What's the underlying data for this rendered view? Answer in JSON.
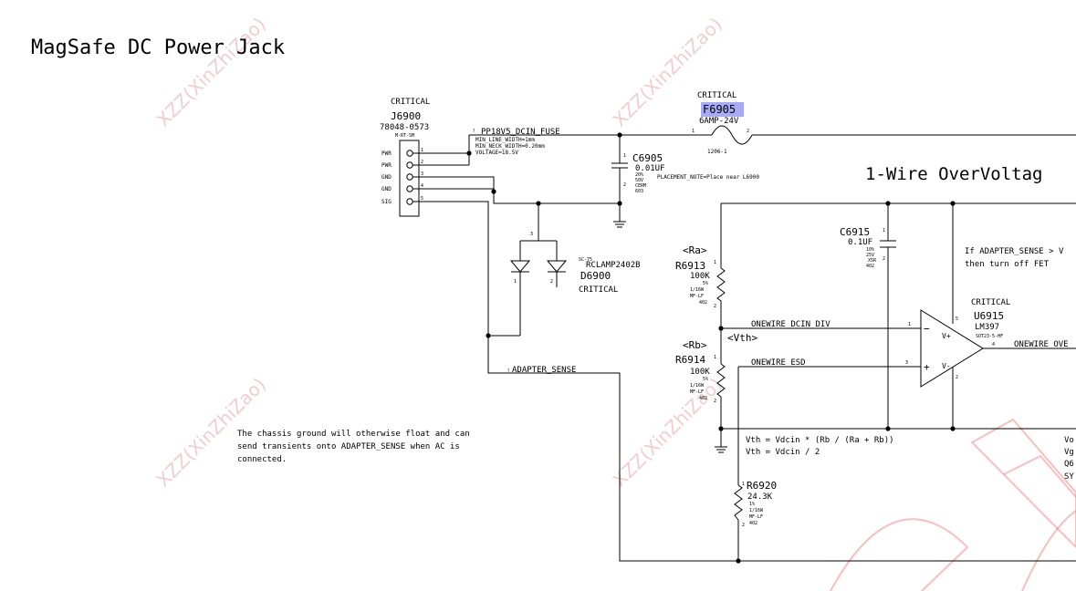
{
  "page": {
    "title": "MagSafe DC Power Jack",
    "section_title": "1-Wire OverVoltag",
    "watermark": "XZZ(XinZhiZao)"
  },
  "connector": {
    "critical": "CRITICAL",
    "ref": "J6900",
    "part": "78048-0573",
    "pkg": "M-RT-SM",
    "pins": [
      {
        "name": "PWR",
        "num": "1"
      },
      {
        "name": "PWR",
        "num": "2"
      },
      {
        "name": "GND",
        "num": "3"
      },
      {
        "name": "GND",
        "num": "4"
      },
      {
        "name": "SIG",
        "num": "5"
      }
    ]
  },
  "net_dcin": {
    "pin": "7",
    "name": "PP18V5_DCIN_FUSE",
    "min_line": "MIN_LINE_WIDTH=1mm",
    "min_neck": "MIN_NECK_WIDTH=0.20mm",
    "voltage": "VOLTAGE=18.5V"
  },
  "fuse": {
    "critical": "CRITICAL",
    "ref": "F6905",
    "rating": "6AMP-24V",
    "pkg": "1206-1",
    "pin1": "1",
    "pin2": "2",
    "highlight_color": "#a9a9f5"
  },
  "c6905": {
    "ref": "C6905",
    "value": "0.01UF",
    "specs": [
      "20%",
      "50V",
      "CERM",
      "603"
    ],
    "note": "PLACEMENT_NOTE=Place near L6900",
    "pin1": "1",
    "pin2": "2"
  },
  "diode": {
    "pkg": "SC-75",
    "part": "RCLAMP2402B",
    "ref": "D6900",
    "critical": "CRITICAL",
    "pin1": "1",
    "pin2": "2",
    "pin3": "3"
  },
  "adapter_sense": {
    "pin": "7",
    "name": "ADAPTER_SENSE"
  },
  "r6913": {
    "tag": "<Ra>",
    "ref": "R6913",
    "value": "100K",
    "specs": [
      "5%",
      "1/16W",
      "MF-LF",
      "402"
    ],
    "pin1": "1",
    "pin2": "2"
  },
  "r6914": {
    "tag": "<Rb>",
    "ref": "R6914",
    "value": "100K",
    "specs": [
      "5%",
      "1/16W",
      "MF-LF",
      "402"
    ],
    "pin1": "1",
    "pin2": "2"
  },
  "r6920": {
    "ref": "R6920",
    "value": "24.3K",
    "specs": [
      "1%",
      "1/16W",
      "MF-LF",
      "402"
    ],
    "pin1": "1",
    "pin2": "2"
  },
  "c6915": {
    "ref": "C6915",
    "value": "0.1UF",
    "specs": [
      "10%",
      "25V",
      "X5R",
      "402"
    ],
    "pin1": "1",
    "pin2": "2"
  },
  "u6915": {
    "critical": "CRITICAL",
    "ref": "U6915",
    "part": "LM397",
    "pkg": "SOT23-5-HF",
    "pin1": "1",
    "pin2": "2",
    "pin3": "3",
    "pin4": "4",
    "pin5": "5",
    "vplus": "V+",
    "vminus": "V-",
    "minus": "−",
    "plus": "+"
  },
  "nets": {
    "onewire_dcin_div": "ONEWIRE_DCIN_DIV",
    "vth": "<Vth>",
    "onewire_esd": "ONEWIRE_ESD",
    "onewire_out": "ONEWIRE_OVE"
  },
  "formulas": {
    "line1": "Vth = Vdcin * (Rb / (Ra + Rb))",
    "line2": "Vth = Vdcin / 2"
  },
  "note_right": {
    "line1": "If ADAPTER_SENSE > V",
    "line2": "then turn off FET"
  },
  "note_chassis": {
    "line1": "The chassis ground will otherwise float and can",
    "line2": "send transients onto ADAPTER_SENSE when AC is",
    "line3": "connected."
  },
  "cut_text": {
    "l1": "Vo",
    "l2": "Vg",
    "l3": "Q6",
    "l4": "SY"
  }
}
